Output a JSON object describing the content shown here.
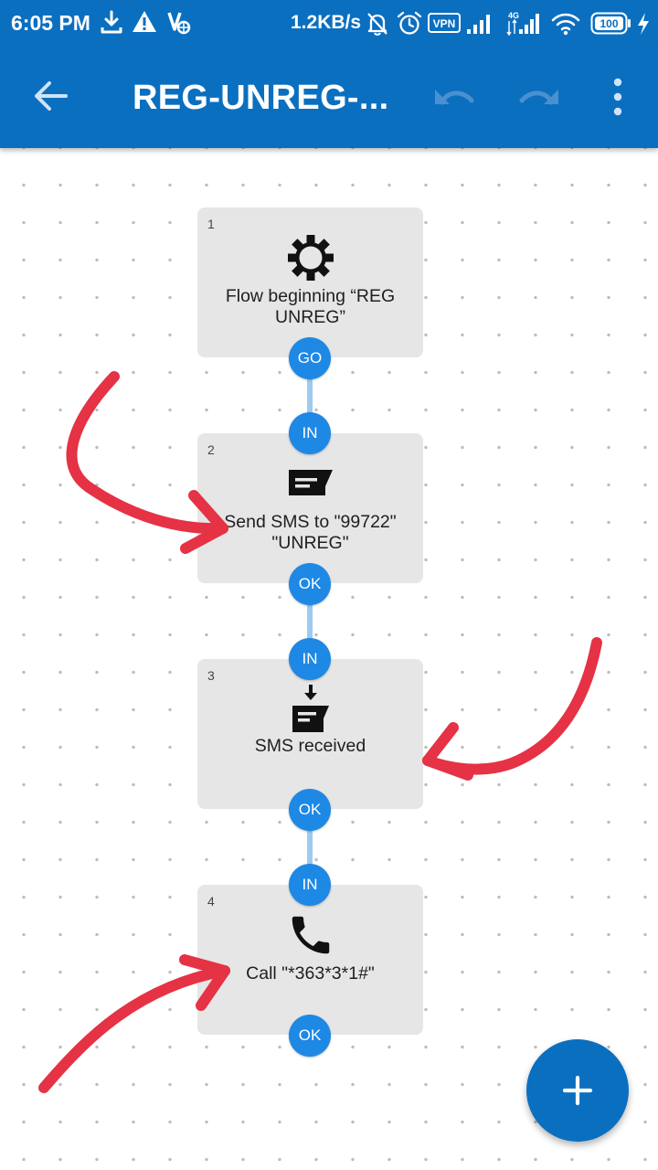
{
  "status_bar": {
    "time": "6:05 PM",
    "network_speed": "1.2KB/s",
    "vpn_label": "VPN",
    "network_type": "4G",
    "battery": "100",
    "icons": [
      "download-icon",
      "warning-icon",
      "app-icon",
      "mute-icon",
      "alarm-icon",
      "vpn-icon",
      "signal-icon",
      "signal-4g-icon",
      "wifi-icon",
      "battery-icon",
      "charging-icon"
    ]
  },
  "app_bar": {
    "title": "REG-UNREG-...",
    "icons": [
      "back-arrow-icon",
      "undo-icon",
      "redo-icon",
      "more-vert-icon"
    ]
  },
  "flow": {
    "blocks": [
      {
        "number": "1",
        "icon": "gear-icon",
        "label": "Flow beginning “REG UNREG”",
        "in_port": "",
        "out_port": "GO"
      },
      {
        "number": "2",
        "icon": "send-sms-icon",
        "label": "Send SMS to \"99722\" \"UNREG\"",
        "in_port": "IN",
        "out_port": "OK"
      },
      {
        "number": "3",
        "icon": "sms-received-icon",
        "label": "SMS received",
        "in_port": "IN",
        "out_port": "OK"
      },
      {
        "number": "4",
        "icon": "phone-icon",
        "label": "Call \"*363*3*1#\"",
        "in_port": "IN",
        "out_port": "OK"
      }
    ]
  },
  "fab": {
    "icon": "plus-icon"
  },
  "colors": {
    "primary": "#0b6fc0",
    "port": "#1e88e5",
    "connector": "#9ecaf0",
    "block_background": "#e6e6e6",
    "annotation": "#e53245"
  }
}
